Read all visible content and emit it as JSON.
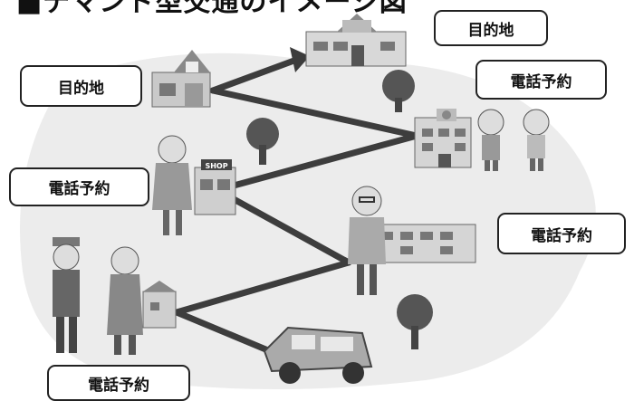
{
  "title": "■デマンド型交通のイメージ図",
  "labels": {
    "dest_top": "目的地",
    "dest_left": "目的地",
    "reserve_top_right": "電話予約",
    "reserve_left": "電話予約",
    "reserve_right": "電話予約",
    "reserve_bottom": "電話予約"
  },
  "shop_sign": "SHOP",
  "colors": {
    "route": "#3d3d3d",
    "background_blob": "#ececec",
    "box_border": "#222222"
  }
}
